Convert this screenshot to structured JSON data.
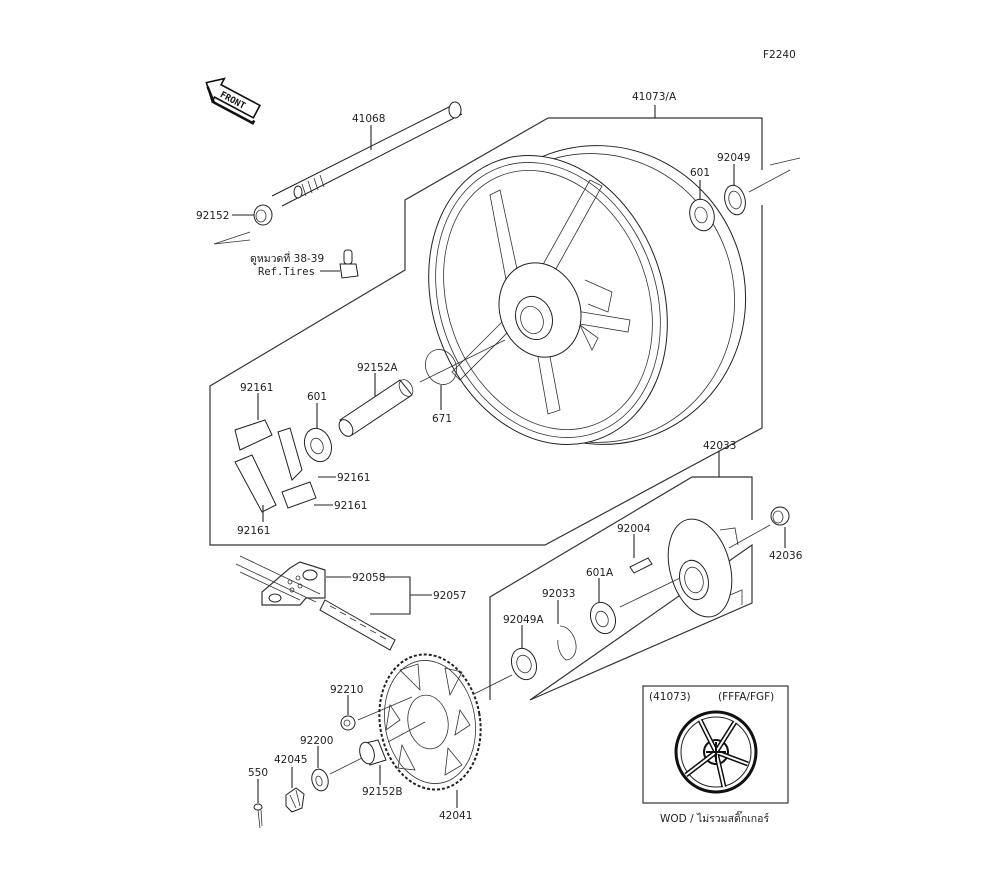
{
  "diagram": {
    "figure_code": "F2240",
    "front_label": "FRONT",
    "parts": {
      "axle": "41068",
      "axle_collar": "92152",
      "wheel": "41073/A",
      "bearing_right": "601",
      "oil_seal_right": "92049",
      "distance_collar": "92152A",
      "o_ring": "671",
      "bearing_left": "601",
      "damper_top": "92161",
      "damper_mid": "92161",
      "damper_low": "92161",
      "damper_bottom": "92161",
      "sprocket_hub": "42033",
      "hub_collar": "42036",
      "stud": "92004",
      "bearing_hub": "601A",
      "circlip": "92033",
      "oil_seal_hub": "92049A",
      "chain_joint": "92058",
      "chain": "92057",
      "nut": "92210",
      "washer": "92200",
      "collar_b": "92152B",
      "axle_nut": "42045",
      "cotter_pin": "550",
      "sprocket": "42041"
    },
    "valve_note_thai": "ดูหมวดที่ 38-39",
    "valve_note_ref": "Ref.Tires",
    "inset": {
      "part_ref": "(41073)",
      "variant": "(FFFA/FGF)",
      "caption": "WOD / ไม่รวมสติ๊กเกอร์"
    }
  }
}
